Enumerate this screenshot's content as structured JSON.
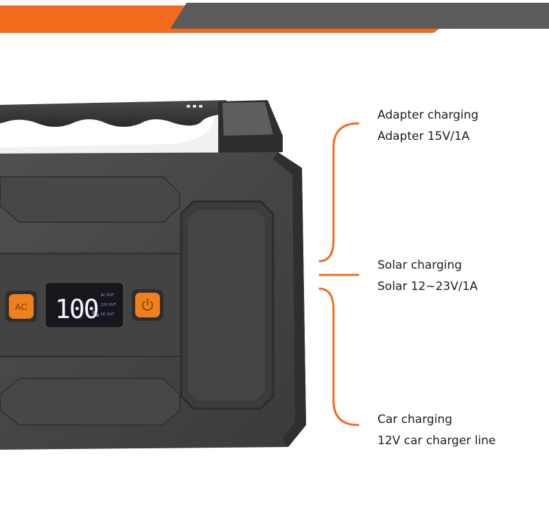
{
  "display": {
    "percent": "100",
    "percent_sign": "%",
    "indicators": [
      "AC OUT",
      "12V OUT",
      "DC OUT"
    ]
  },
  "buttons": {
    "ac_label": "AC",
    "power_icon": "power-icon"
  },
  "charging_methods": [
    {
      "title": "Adapter charging",
      "detail": "Adapter 15V/1A"
    },
    {
      "title": "Solar charging",
      "detail": "Solar 12~23V/1A"
    },
    {
      "title": "Car charging",
      "detail": "12V car charger line"
    }
  ],
  "colors": {
    "accent": "#f26a1b",
    "banner_dark": "#5b5b5b",
    "body": "#4a4a4a",
    "lcd": "#16161c",
    "button": "#f0801e"
  }
}
